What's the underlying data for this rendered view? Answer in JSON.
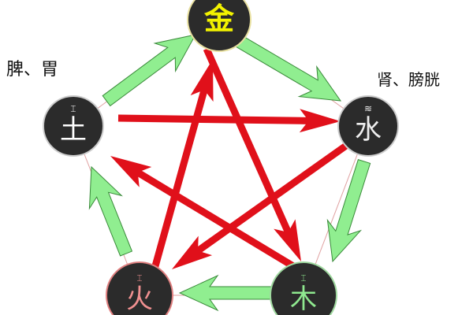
{
  "elements": [
    {
      "id": "metal",
      "char": "金",
      "color": "#f2f200",
      "ring": "#e8e0a0"
    },
    {
      "id": "water",
      "char": "水",
      "color": "#eeeeee",
      "ring": "#cccccc"
    },
    {
      "id": "wood",
      "char": "木",
      "color": "#8fe88f",
      "ring": "#9fd89f"
    },
    {
      "id": "fire",
      "char": "火",
      "color": "#f09090",
      "ring": "#e08080"
    },
    {
      "id": "earth",
      "char": "土",
      "color": "#ffffff",
      "ring": "#cccccc"
    }
  ],
  "organ_labels": {
    "earth": "脾、胃",
    "water": "肾、膀胱"
  },
  "generating_cycle": [
    [
      "earth",
      "metal"
    ],
    [
      "metal",
      "water"
    ],
    [
      "water",
      "wood"
    ],
    [
      "wood",
      "fire"
    ],
    [
      "fire",
      "earth"
    ]
  ],
  "controlling_cycle": [
    [
      "earth",
      "water"
    ],
    [
      "water",
      "fire"
    ],
    [
      "fire",
      "metal"
    ],
    [
      "metal",
      "wood"
    ],
    [
      "wood",
      "earth"
    ]
  ],
  "colors": {
    "generating": "#90ee90",
    "generating_stroke": "#3a8a3a",
    "controlling": "#e0101a",
    "node_fill": "#2b2b2b"
  }
}
